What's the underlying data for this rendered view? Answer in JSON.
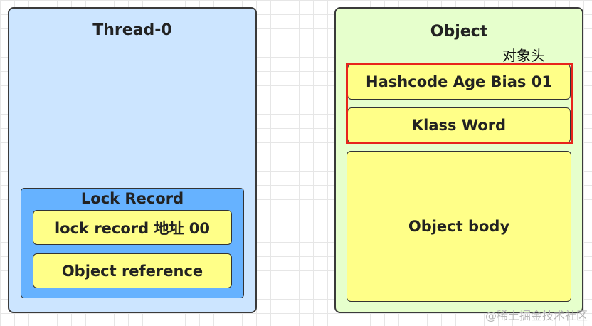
{
  "thread": {
    "title": "Thread-0",
    "lock_record": {
      "title": "Lock Record",
      "rows": [
        "lock record 地址 00",
        "Object reference"
      ]
    }
  },
  "object": {
    "title": "Object",
    "header_annotation": "对象头",
    "header_rows": [
      "Hashcode Age Bias 01",
      "Klass Word"
    ],
    "body": "Object body"
  },
  "watermark": "@稀土掘金技术社区",
  "colors": {
    "thread_bg": "#cce5ff",
    "lock_record_bg": "#66b2ff",
    "object_bg": "#e6ffcc",
    "cell_bg": "#ffff88",
    "highlight_border": "#e8241c"
  }
}
